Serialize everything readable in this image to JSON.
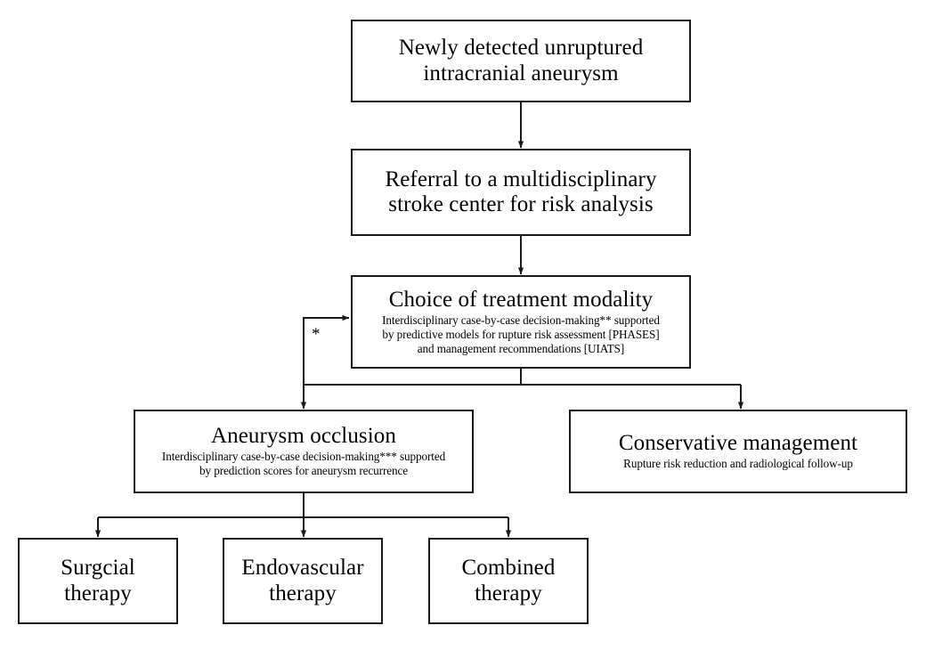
{
  "diagram": {
    "type": "flowchart",
    "title_visible": false,
    "background_color": "#ffffff",
    "line_color": "#1a1a1a",
    "nodes": [
      {
        "id": "newly-detected",
        "title": "Newly detected unruptured\nintracranial aneurysm",
        "subtitle": ""
      },
      {
        "id": "referral",
        "title": "Referral to a multidisciplinary\nstroke center for risk analysis",
        "subtitle": ""
      },
      {
        "id": "choice-of-treatment",
        "title": "Choice of treatment modality",
        "subtitle": "Interdisciplinary case-by-case decision-making** supported\nby predictive models for rupture risk assessment [PHASES]\nand management recommendations [UIATS]"
      },
      {
        "id": "aneurysm-occlusion",
        "title": "Aneurysm occlusion",
        "subtitle": "Interdisciplinary case-by-case decision-making*** supported\nby prediction scores for aneurysm recurrence"
      },
      {
        "id": "conservative-management",
        "title": "Conservative management",
        "subtitle": "Rupture risk reduction and radiological follow-up"
      },
      {
        "id": "surgical-therapy",
        "title": "Surgcial\ntherapy",
        "subtitle": ""
      },
      {
        "id": "endovascular-therapy",
        "title": "Endovascular\ntherapy",
        "subtitle": ""
      },
      {
        "id": "combined-therapy",
        "title": "Combined\ntherapy",
        "subtitle": ""
      }
    ],
    "annotations": [
      {
        "id": "feedback-asterisk",
        "text": "*"
      }
    ],
    "edges": [
      {
        "from": "newly-detected",
        "to": "referral"
      },
      {
        "from": "referral",
        "to": "choice-of-treatment"
      },
      {
        "from": "choice-of-treatment",
        "to": "aneurysm-occlusion"
      },
      {
        "from": "choice-of-treatment",
        "to": "conservative-management"
      },
      {
        "from": "aneurysm-occlusion",
        "to": "surgical-therapy"
      },
      {
        "from": "aneurysm-occlusion",
        "to": "endovascular-therapy"
      },
      {
        "from": "aneurysm-occlusion",
        "to": "combined-therapy"
      },
      {
        "from": "aneurysm-occlusion",
        "to": "choice-of-treatment",
        "label": "*"
      }
    ]
  }
}
